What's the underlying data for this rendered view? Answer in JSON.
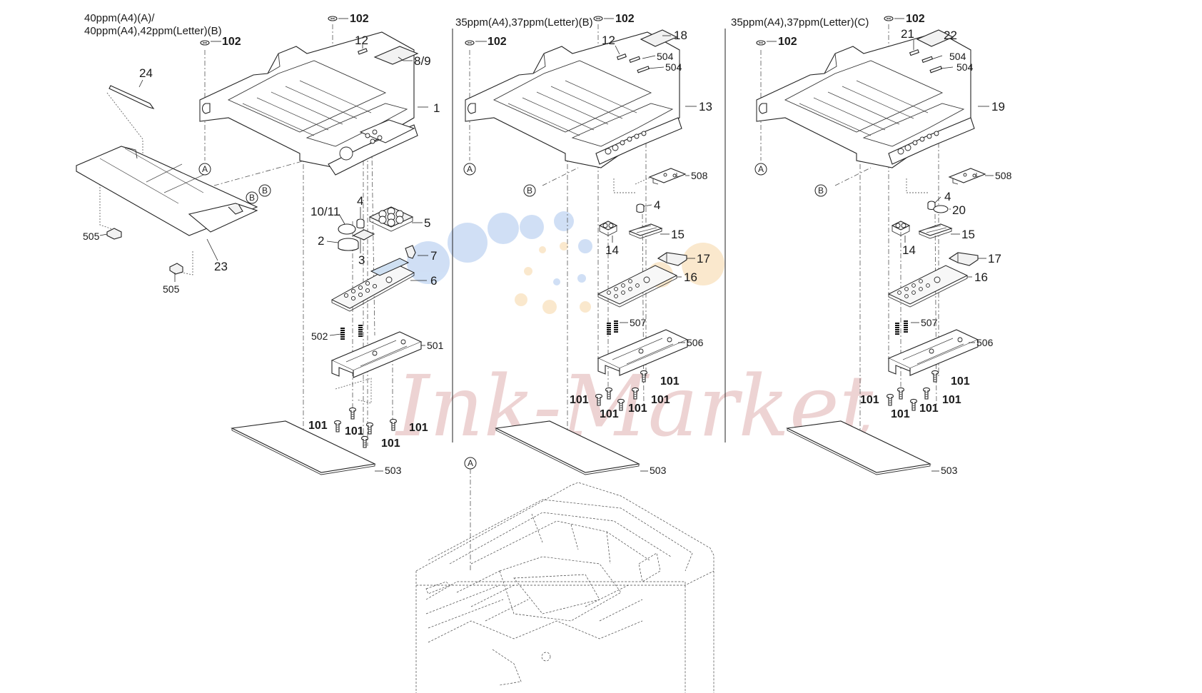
{
  "headers": {
    "panel_a_line1": "40ppm(A4)(A)/",
    "panel_a_line2": "40ppm(A4),42ppm(Letter)(B)",
    "panel_b": "35ppm(A4),37ppm(Letter)(B)",
    "panel_c": "35ppm(A4),37ppm(Letter)(C)"
  },
  "refs": {
    "a": "A",
    "b": "B"
  },
  "watermark": {
    "text": "Ink-Market",
    "dot_colors": [
      "#aac6ee",
      "#f7d7a6"
    ]
  },
  "panel_a": {
    "c102a": "102",
    "c102b": "102",
    "c12": "12",
    "c89": "8/9",
    "c1": "1",
    "c24": "24",
    "c23": "23",
    "c505a": "505",
    "c505b": "505",
    "c1011": "10/11",
    "c4": "4",
    "c5": "5",
    "c2": "2",
    "c3": "3",
    "c7": "7",
    "c6": "6",
    "c502": "502",
    "c501": "501",
    "c101a": "101",
    "c101b": "101",
    "c101c": "101",
    "c101d": "101",
    "c503": "503"
  },
  "panel_b": {
    "c102a": "102",
    "c102b": "102",
    "c18": "18",
    "c12": "12",
    "c504a": "504",
    "c504b": "504",
    "c13": "13",
    "c508": "508",
    "c4": "4",
    "c14": "14",
    "c15": "15",
    "c17": "17",
    "c16": "16",
    "c507": "507",
    "c506": "506",
    "c101a": "101",
    "c101b": "101",
    "c101c": "101",
    "c101d": "101",
    "c101e": "101",
    "c503": "503"
  },
  "panel_c": {
    "c102a": "102",
    "c102b": "102",
    "c21": "21",
    "c22": "22",
    "c504a": "504",
    "c504b": "504",
    "c19": "19",
    "c508": "508",
    "c4": "4",
    "c20": "20",
    "c14": "14",
    "c15": "15",
    "c17": "17",
    "c16": "16",
    "c507": "507",
    "c506": "506",
    "c101a": "101",
    "c101b": "101",
    "c101c": "101",
    "c101d": "101",
    "c101e": "101",
    "c503": "503"
  }
}
